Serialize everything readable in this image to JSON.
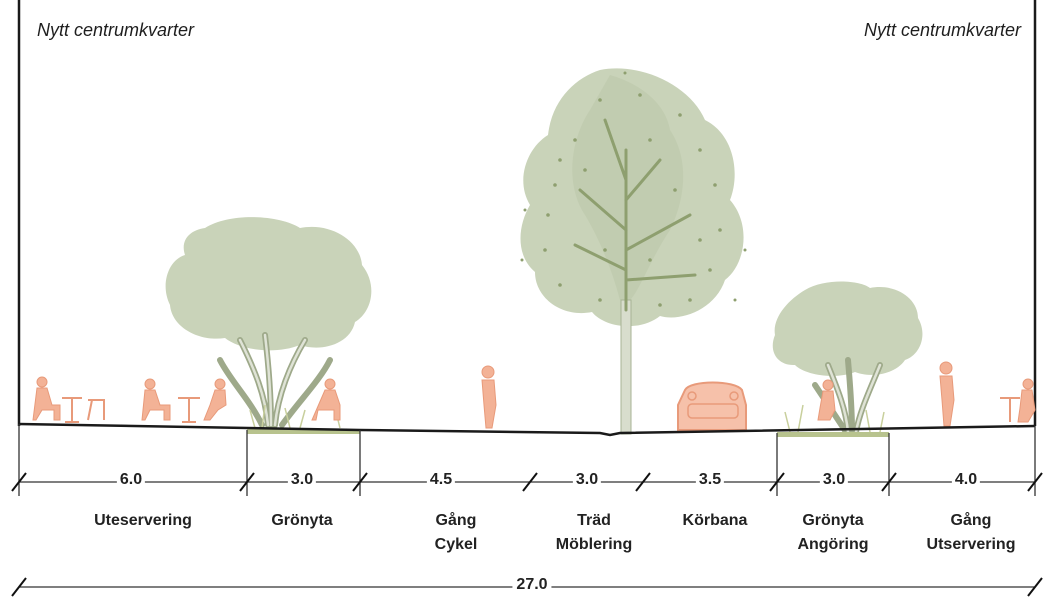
{
  "buildings": {
    "left_label": "Nytt centrumkvarter",
    "right_label": "Nytt centrumkvarter"
  },
  "segments": [
    {
      "width": "6.0",
      "lines": [
        "Uteservering"
      ]
    },
    {
      "width": "3.0",
      "lines": [
        "Grönyta"
      ]
    },
    {
      "width": "4.5",
      "lines": [
        "Gång",
        "Cykel"
      ]
    },
    {
      "width": "3.0",
      "lines": [
        "Träd",
        "Möblering"
      ]
    },
    {
      "width": "3.5",
      "lines": [
        "Körbana"
      ]
    },
    {
      "width": "3.0",
      "lines": [
        "Grönyta",
        "Angöring"
      ]
    },
    {
      "width": "4.0",
      "lines": [
        "Gång",
        "Utservering"
      ]
    }
  ],
  "total_width": "27.0",
  "colors": {
    "tree": "#c9d3b9",
    "tree_dark": "#8e9f6f",
    "figure": "#f3b296",
    "grass": "#b8c38e",
    "line": "#1a1a1a"
  },
  "icons": [
    "tree-icon",
    "person-icon",
    "cafe-table-icon",
    "car-icon",
    "bench-icon"
  ]
}
